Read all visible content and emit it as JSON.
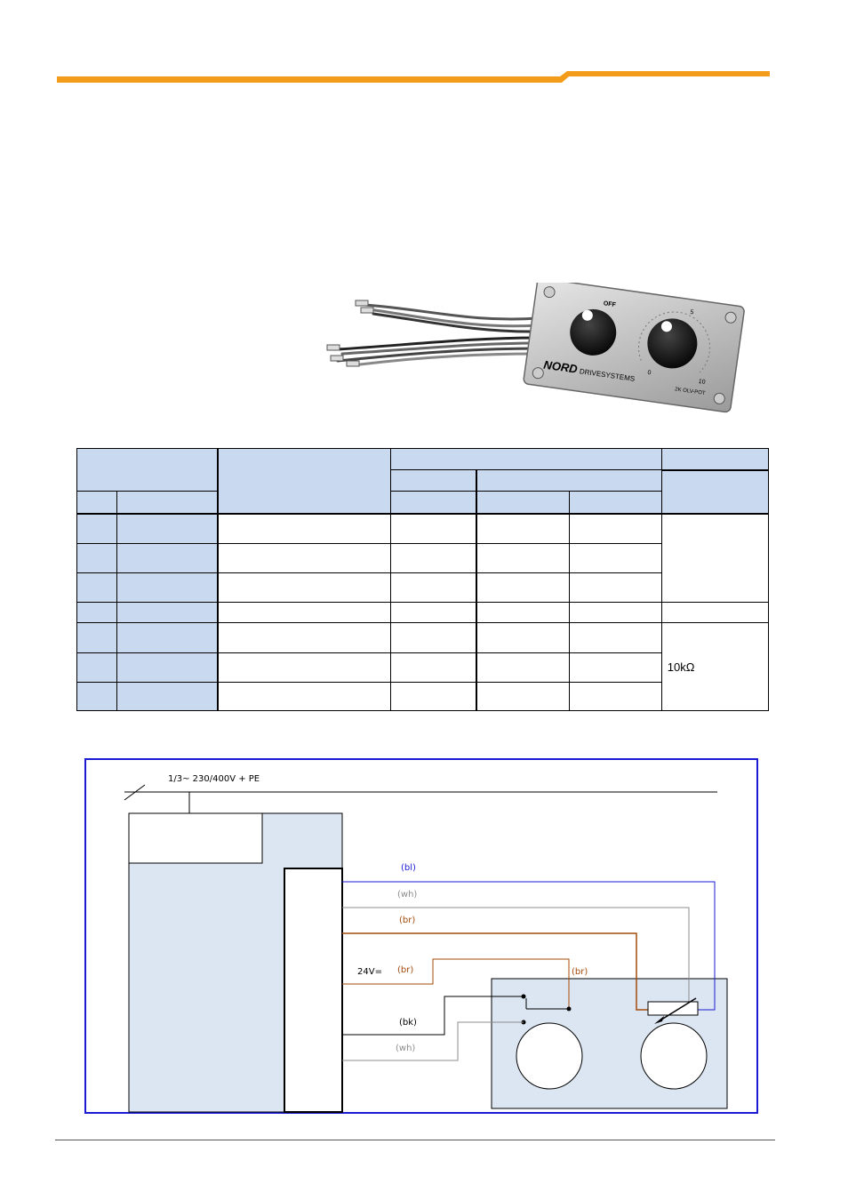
{
  "colors": {
    "header_accent": "#f39c1a",
    "table_header_fill": "#c9d9ef",
    "diagram_border": "#1a1ad4",
    "diagram_fill": "#dce6f2",
    "wire_blue": "#1a1ad4",
    "wire_white": "#8c8c8c",
    "wire_brown": "#a34a0a",
    "wire_black": "#000000"
  },
  "photo": {
    "brand": "NORD",
    "brand_sub": "DRIVESYSTEMS",
    "label": "2K OLV-POT",
    "switch_label": "OFF",
    "scale_marks": [
      "0",
      "5",
      "10"
    ]
  },
  "table": {
    "resistance": "10kΩ"
  },
  "wiring": {
    "supply_label": "1/3~ 230/400V + PE",
    "voltage_label": "24V=",
    "wire_labels": {
      "bl": "(bl)",
      "wh_top": "(wh)",
      "br_pot": "(br)",
      "br_24v": "(br)",
      "br_switch": "(br)",
      "bk": "(bk)",
      "wh_bottom": "(wh)"
    }
  }
}
